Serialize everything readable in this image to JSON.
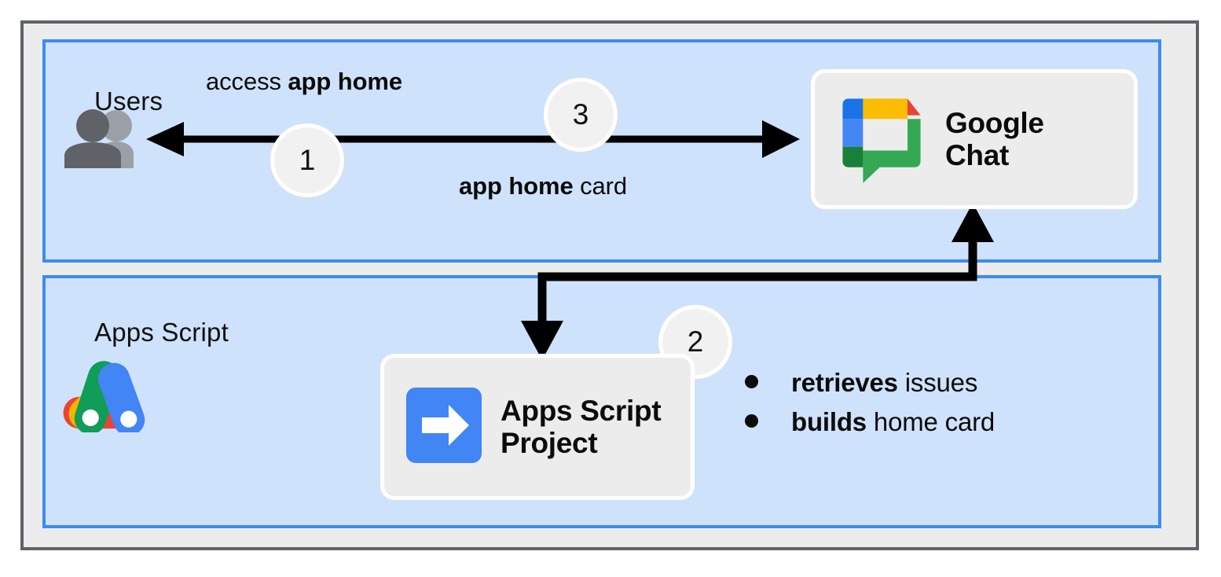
{
  "diagram": {
    "title": "Google Chat app home flow with Apps Script",
    "colors": {
      "outer_frame_border": "#5F6368",
      "outer_frame_fill": "#ECECEC",
      "panel_border": "#3B8BF5",
      "panel_fill": "#CFE2FB",
      "card_fill": "#ECECEC",
      "card_border": "#FFFFFF",
      "badge_fill": "#F1F1F1",
      "arrow": "#000000",
      "users_icon": "#5F6368",
      "chat_blue": "#1A73E8",
      "chat_light_blue": "#4285F4",
      "chat_yellow": "#FBBC04",
      "chat_red": "#EA4335",
      "chat_green": "#34A853",
      "chat_dark_green": "#188038",
      "apps_script_blue": "#4285F4",
      "apps_script_green": "#0F9D58",
      "apps_script_yellow": "#F4B400",
      "apps_script_red": "#EA4335"
    }
  },
  "panels": [
    {
      "id": "users",
      "label": "Users"
    },
    {
      "id": "apps-script",
      "label": "Apps Script"
    }
  ],
  "nodes": {
    "users": {
      "label": "Users",
      "icon": "people-icon"
    },
    "google_chat": {
      "title": "Google\nChat",
      "icon": "google-chat-logo"
    },
    "apps_script_project": {
      "title": "Apps Script\nProject",
      "icon": "apps-script-project-icon"
    },
    "apps_script_logo": {
      "icon": "apps-script-logo"
    }
  },
  "flows": [
    {
      "id": "access-app-home",
      "label_prefix": "access ",
      "label_bold": "app home",
      "label_suffix": "",
      "step": "3"
    },
    {
      "id": "app-home-card",
      "label_prefix": "",
      "label_bold": "app home",
      "label_suffix": " card",
      "step": "1"
    }
  ],
  "steps": {
    "one": "1",
    "two": "2",
    "three": "3"
  },
  "bullets": [
    {
      "bold": "retrieves",
      "rest": " issues"
    },
    {
      "bold": "builds",
      "rest": " home card"
    }
  ]
}
